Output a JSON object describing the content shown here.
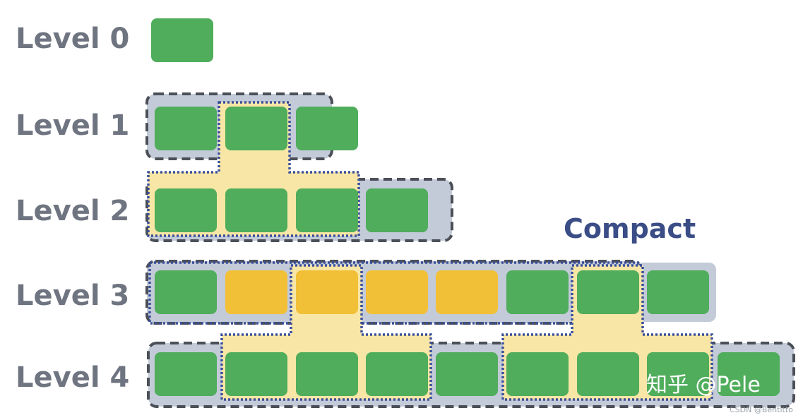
{
  "levels": [
    {
      "label": "Level 0",
      "blocks": [
        "green"
      ]
    },
    {
      "label": "Level 1",
      "blocks": [
        "green",
        "green",
        "green"
      ]
    },
    {
      "label": "Level 2",
      "blocks": [
        "green",
        "green",
        "green",
        "green"
      ]
    },
    {
      "label": "Level 3",
      "blocks": [
        "green",
        "yellow",
        "yellow",
        "yellow",
        "yellow",
        "green",
        "green",
        "green"
      ]
    },
    {
      "label": "Level 4",
      "blocks": [
        "green",
        "green",
        "green",
        "green",
        "green",
        "green",
        "green",
        "green",
        "green"
      ]
    }
  ],
  "annotation": "Compact",
  "watermark": "知乎 @Pele",
  "credit": "CSDN @Bentitto",
  "colors": {
    "sstable_green": "#4fad5b",
    "sstable_yellow": "#f2c037",
    "level_region": "#c3cad8",
    "compaction_highlight": "#f7e6a6",
    "highlight_border": "#3b4f9a",
    "level_label": "#6f7481",
    "annotation": "#3b4d86"
  }
}
